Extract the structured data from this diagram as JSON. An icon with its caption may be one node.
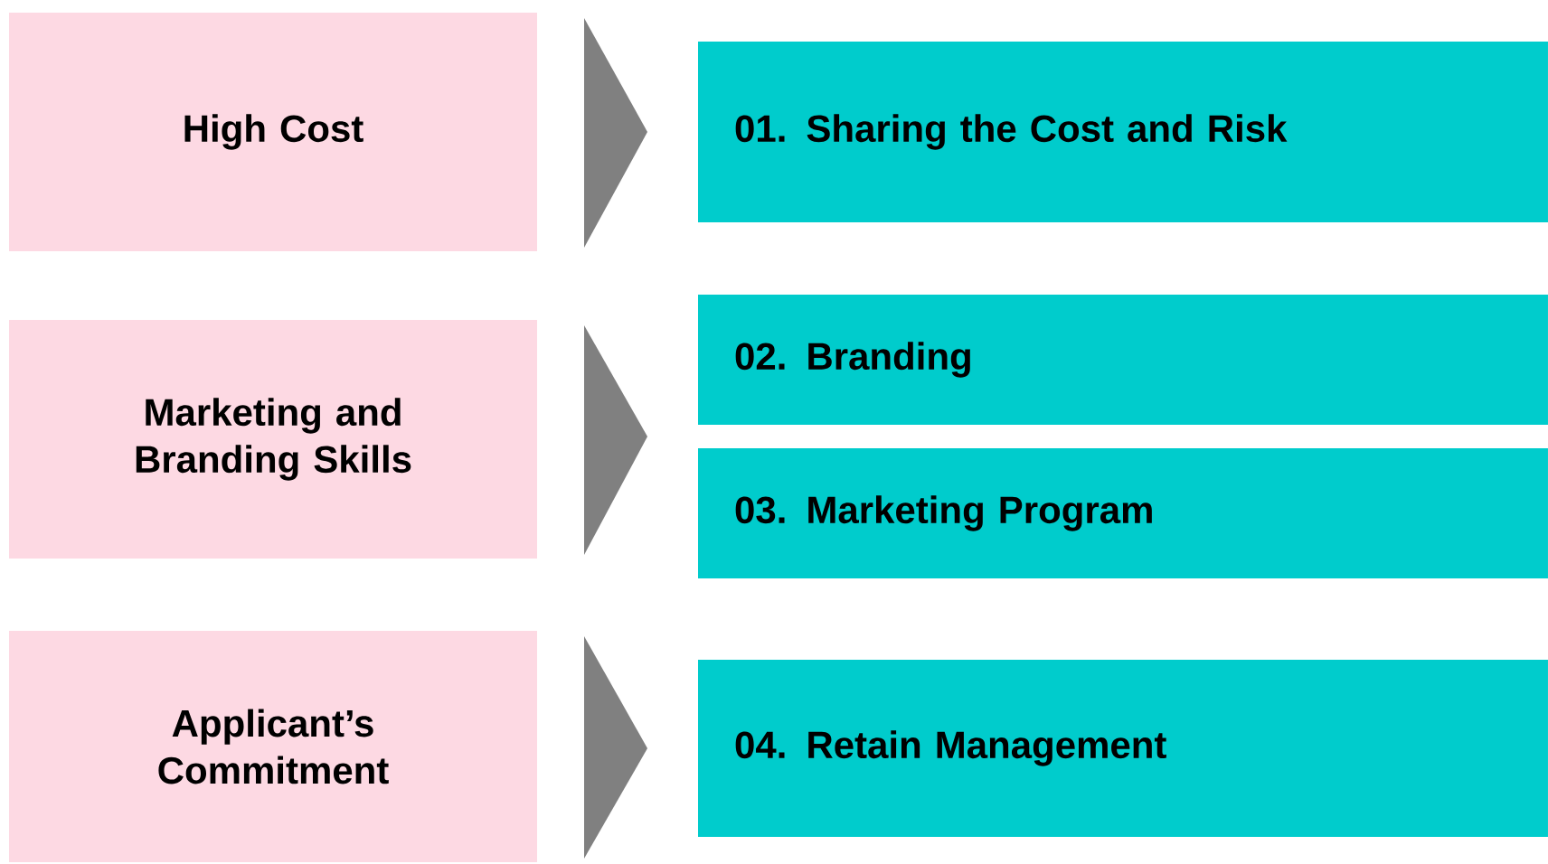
{
  "diagram": {
    "nodes": [
      {
        "text": [
          "High Cost"
        ]
      },
      {
        "text": [
          "01. Sharing the Cost and Risk"
        ]
      },
      {
        "text": [
          "Marketing and Branding Skills"
        ]
      },
      {
        "text": [
          "02. Branding"
        ]
      },
      {
        "text": [
          "03. Marketing Program"
        ]
      },
      {
        "text": [
          "Applicant’s Commitment"
        ]
      },
      {
        "text": [
          "04. Retain Management"
        ]
      }
    ],
    "edges": [
      {
        "from": 0,
        "to": 1,
        "arrow": "to"
      },
      {
        "from": 2,
        "to": 3,
        "arrow": "to"
      },
      {
        "from": 2,
        "to": 4,
        "arrow": "to"
      },
      {
        "from": 5,
        "to": 6,
        "arrow": "to"
      }
    ]
  }
}
